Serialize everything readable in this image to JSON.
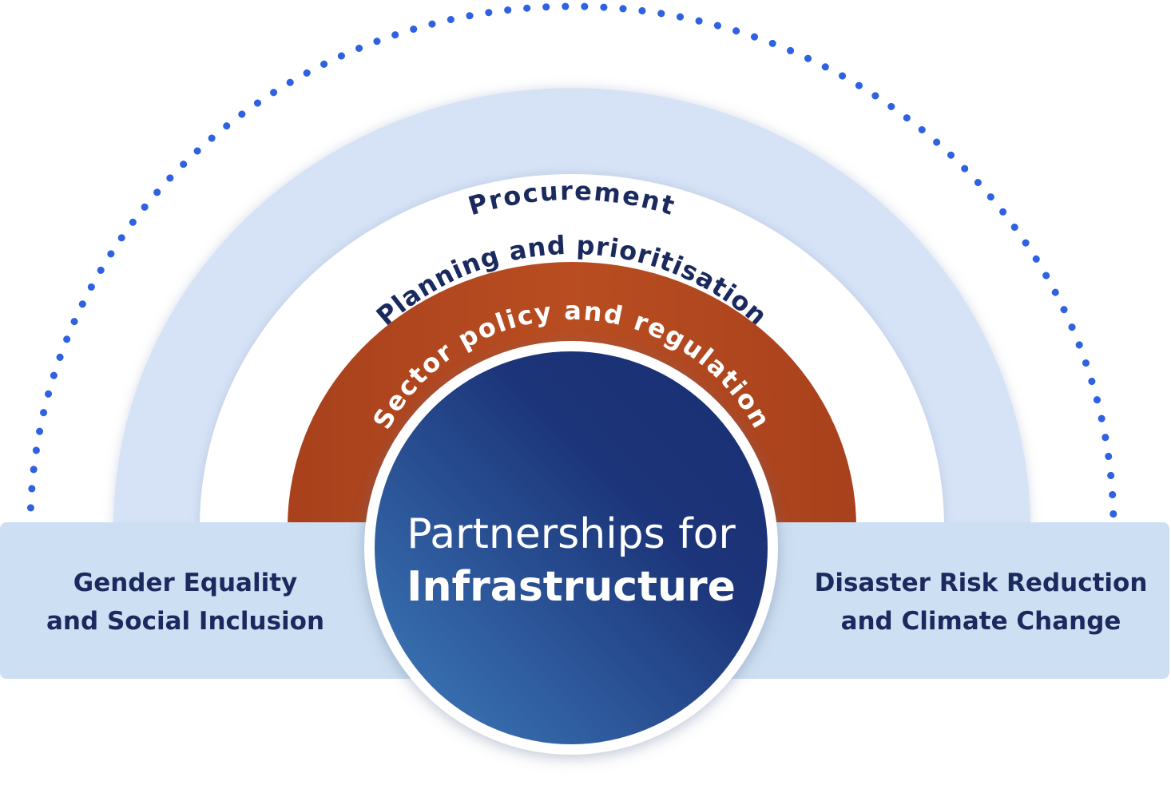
{
  "diagram": {
    "rings": {
      "outer": "Procurement",
      "middle": "Planning and prioritisation",
      "inner": "Sector policy and regulation"
    },
    "center": {
      "line1": "Partnerships for",
      "line2": "Infrastructure"
    },
    "left_panel": {
      "line1": "Gender Equality",
      "line2": "and Social Inclusion"
    },
    "right_panel": {
      "line1": "Disaster Risk Reduction",
      "line2": "and Climate Change"
    },
    "colors": {
      "dotted_arc": "#2e62e0",
      "outer_ring": "#d6e3f7",
      "middle_ring": "#ffffff",
      "inner_ring": "#b44a20",
      "center_dark": "#1c3479",
      "center_light": "#3e7dbd",
      "panel": "#cddff2",
      "dark_text": "#1b2a5e",
      "light_text": "#ffffff"
    }
  }
}
